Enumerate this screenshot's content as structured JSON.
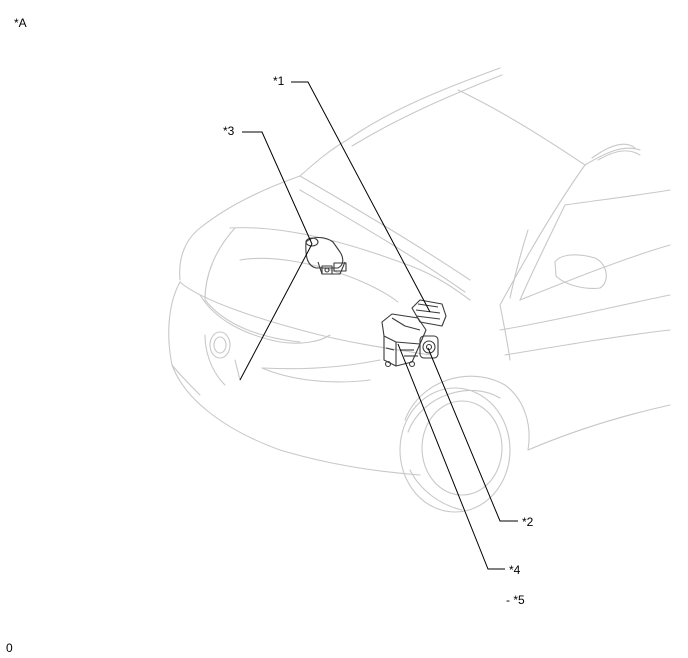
{
  "figure": {
    "view_label": "*A",
    "corner_code": "0",
    "callouts": {
      "c1": "*1",
      "c2": "*2",
      "c3": "*3",
      "c4": "*4",
      "c5": "- *5"
    }
  },
  "colors": {
    "outline": "#c8c8c8",
    "parts": "#3a3a3a",
    "leader": "#000000"
  }
}
